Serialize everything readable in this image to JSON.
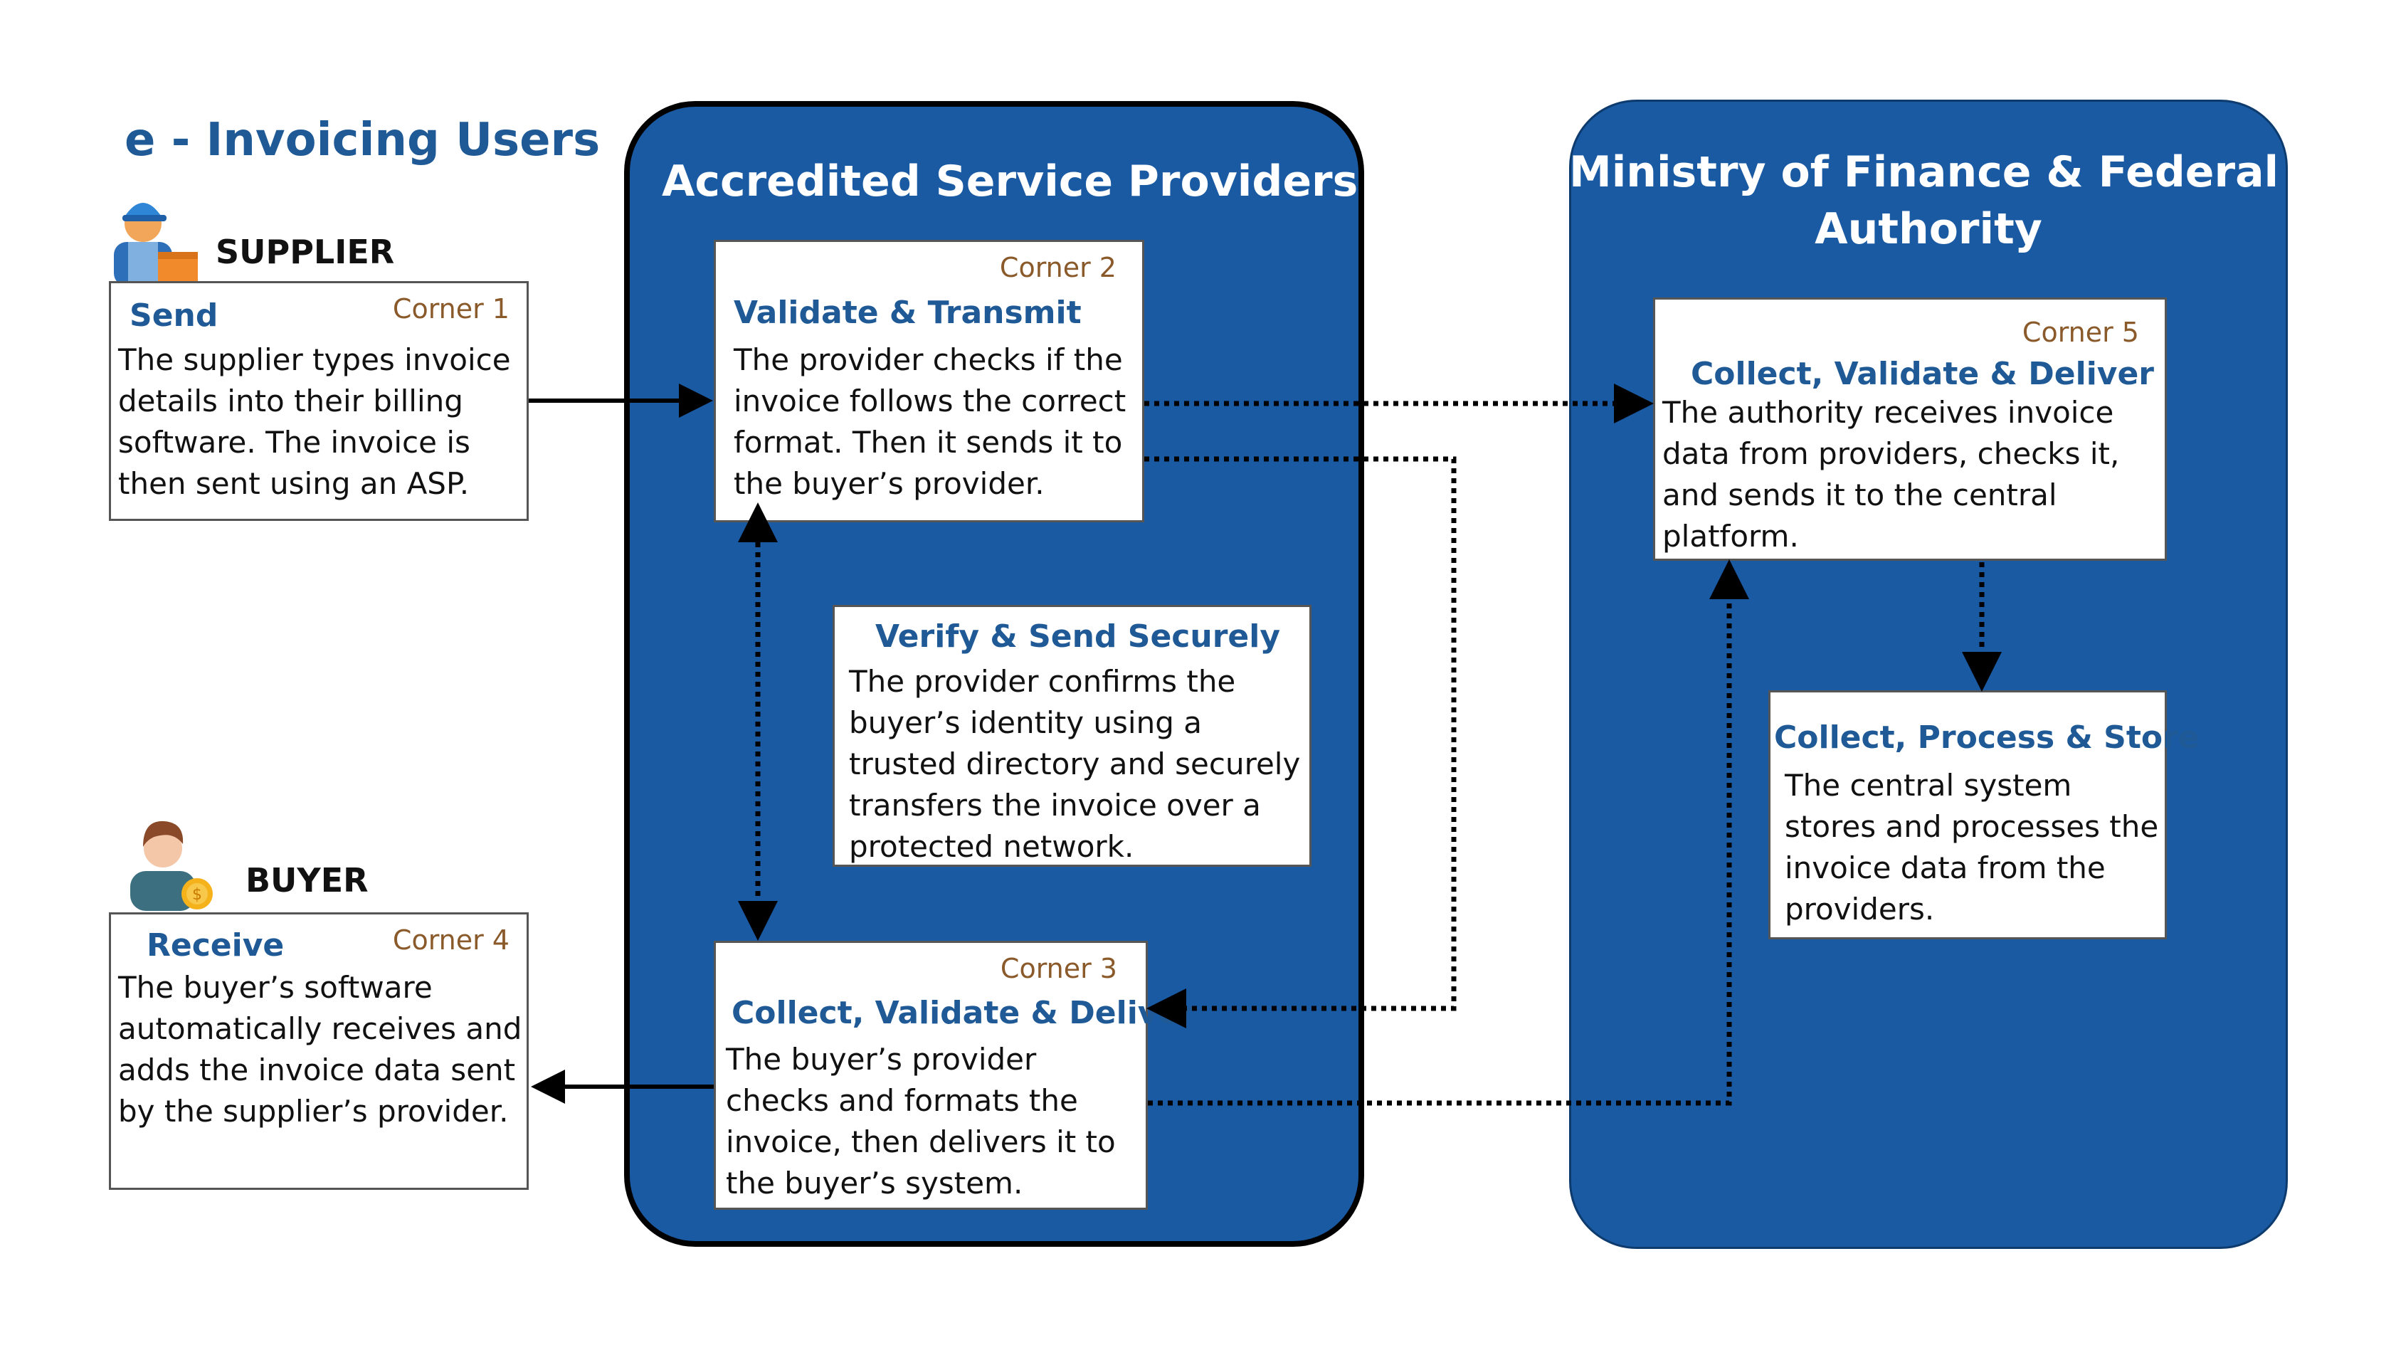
{
  "users": {
    "title": "e - Invoicing Users",
    "supplier_label": "SUPPLIER",
    "buyer_label": "BUYER"
  },
  "asp": {
    "title": "Accredited Service Providers"
  },
  "mof": {
    "title_line1": "Ministry of Finance & Federal Tax",
    "title_line2": "Authority"
  },
  "boxes": {
    "send": {
      "title": "Send",
      "corner": "Corner 1",
      "text": "The supplier types invoice details into their billing software. The invoice is then sent using an ASP."
    },
    "receive": {
      "title": "Receive",
      "corner": "Corner 4",
      "text": "The buyer’s software automatically receives and adds the invoice data sent by the supplier’s provider."
    },
    "validate_transmit": {
      "title": "Validate & Transmit",
      "corner": "Corner 2",
      "text": "The provider checks if the invoice follows the correct format. Then it sends it to the buyer’s provider."
    },
    "verify_send": {
      "title": "Verify & Send Securely",
      "text": "The provider confirms the buyer’s identity using a trusted directory and securely transfers the invoice over a protected network."
    },
    "collect_validate_deliver_3": {
      "title": "Collect, Validate & Deliver",
      "corner": "Corner 3",
      "text": "The buyer’s provider checks and formats the invoice, then delivers it to the buyer’s system."
    },
    "collect_validate_deliver_5": {
      "title": "Collect, Validate & Deliver",
      "corner": "Corner 5",
      "text": "The authority receives invoice data from providers, checks it, and sends it to the central platform."
    },
    "collect_process_store": {
      "title": "Collect, Process & Store",
      "text": "The central system stores and processes the invoice data from the providers."
    }
  },
  "colors": {
    "panel_blue": "#1a5aa3",
    "title_blue": "#1f5a96",
    "corner_brown": "#8b5a2b"
  },
  "icons": {
    "supplier": "delivery-worker-icon",
    "buyer": "person-with-coin-icon"
  }
}
